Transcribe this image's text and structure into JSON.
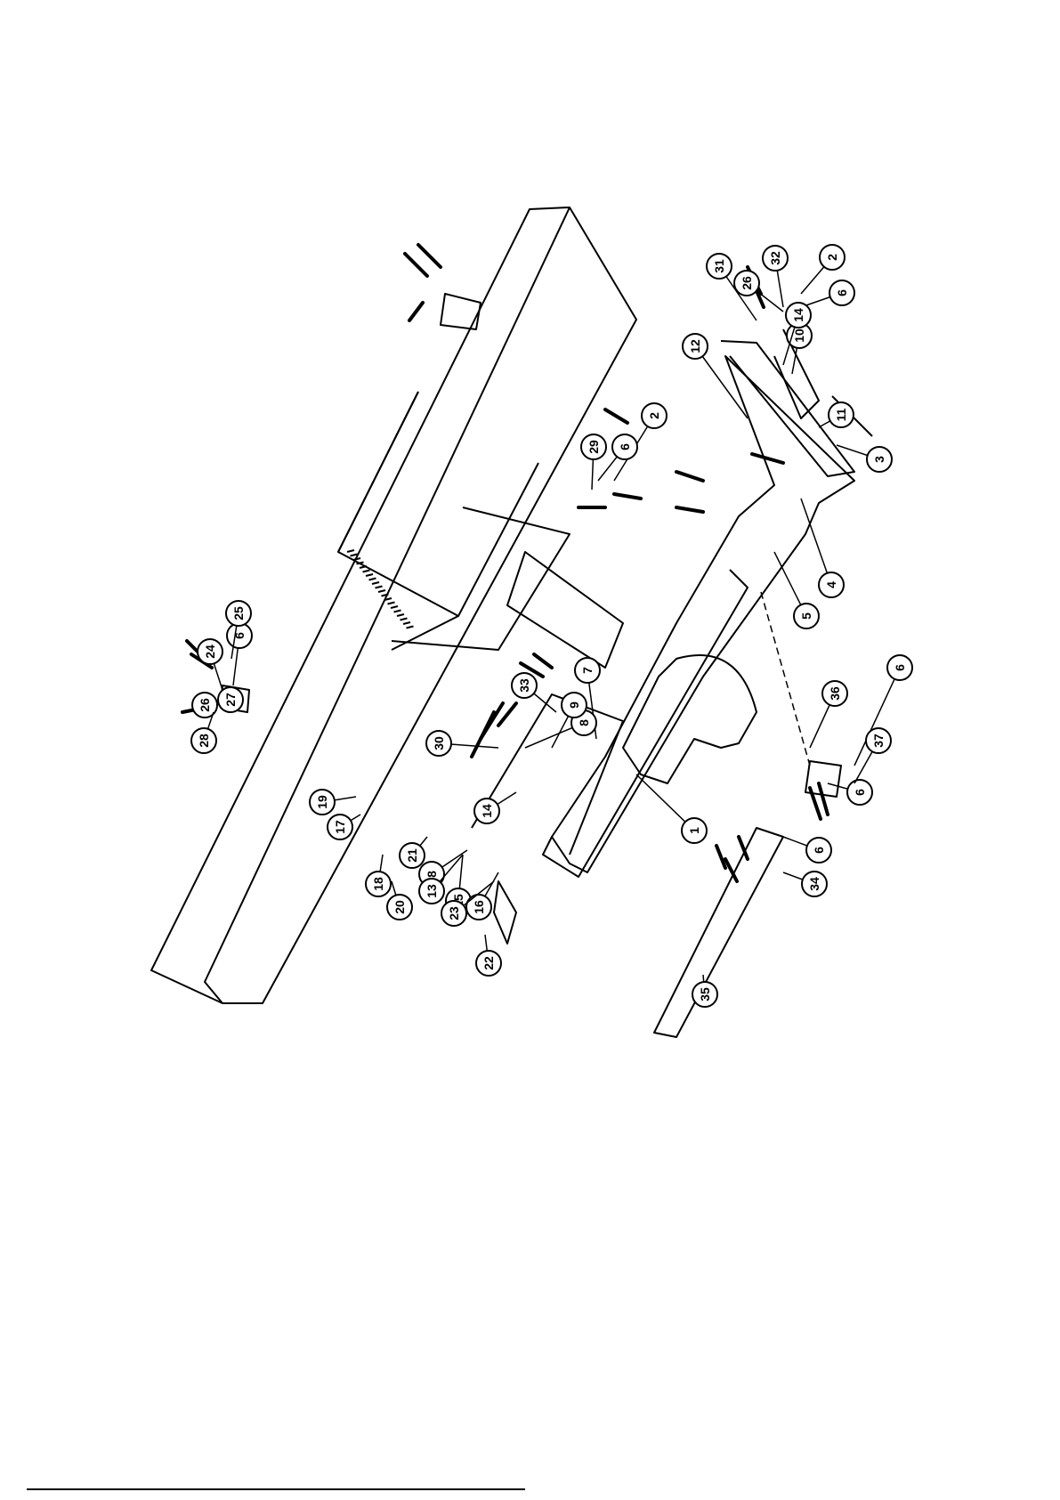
{
  "diagram": {
    "ink_color": "#000000",
    "paper_color": "#ffffff",
    "callouts": [
      "1",
      "2",
      "2",
      "3",
      "4",
      "5",
      "6",
      "6",
      "6",
      "6",
      "6",
      "6",
      "7",
      "8",
      "8",
      "9",
      "10",
      "11",
      "12",
      "13",
      "14",
      "14",
      "15",
      "16",
      "17",
      "18",
      "19",
      "20",
      "21",
      "22",
      "23",
      "24",
      "25",
      "26",
      "26",
      "27",
      "28",
      "29",
      "30",
      "31",
      "32",
      "33",
      "34",
      "35",
      "36",
      "37"
    ]
  },
  "footer": {
    "mark": ""
  }
}
